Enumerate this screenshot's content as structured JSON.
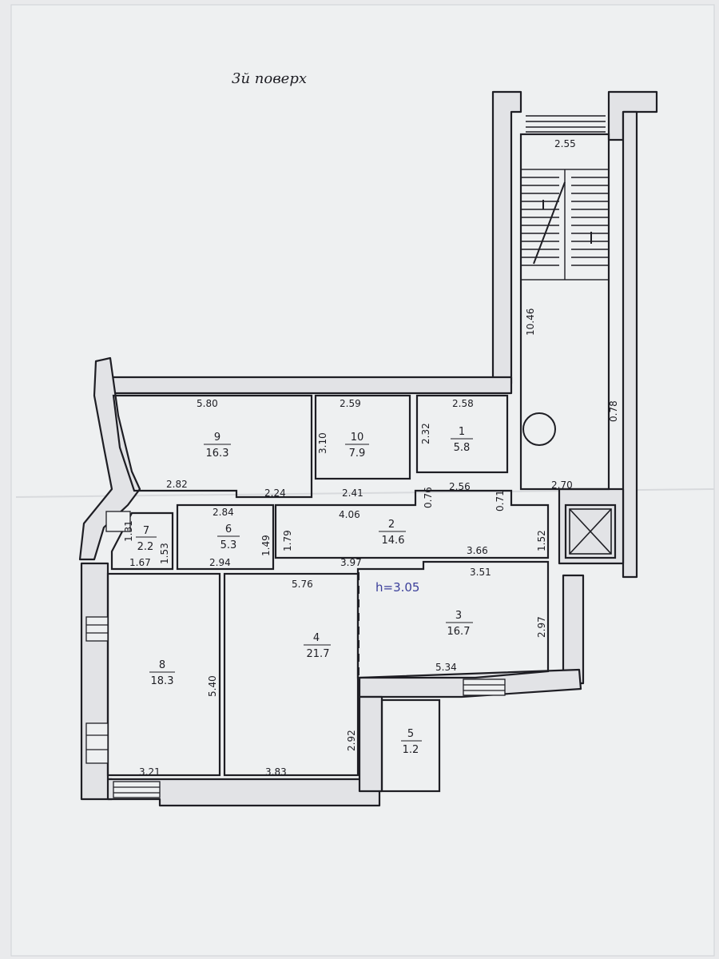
{
  "plan": {
    "title": "3й поверх",
    "ceiling_height_note": "h=3.05",
    "rooms": [
      {
        "id": "room-1",
        "number": "1",
        "area": "5.8"
      },
      {
        "id": "room-2",
        "number": "2",
        "area": "14.6"
      },
      {
        "id": "room-3",
        "number": "3",
        "area": "16.7"
      },
      {
        "id": "room-4",
        "number": "4",
        "area": "21.7"
      },
      {
        "id": "room-5",
        "number": "5",
        "area": "1.2"
      },
      {
        "id": "room-6",
        "number": "6",
        "area": "5.3"
      },
      {
        "id": "room-7",
        "number": "7",
        "area": "2.2"
      },
      {
        "id": "room-8",
        "number": "8",
        "area": "18.3"
      },
      {
        "id": "room-9",
        "number": "9",
        "area": "16.3"
      },
      {
        "id": "room-10",
        "number": "10",
        "area": "7.9"
      }
    ],
    "dimensions": [
      "2.55",
      "10.46",
      "2.70",
      "5.80",
      "2.59",
      "2.58",
      "3.10",
      "2.32",
      "2.82",
      "2.24",
      "2.41",
      "2.56",
      "0.76",
      "0.71",
      "2.84",
      "4.06",
      "1.31",
      "1.53",
      "1.49",
      "1.79",
      "1.52",
      "1.67",
      "2.94",
      "3.97",
      "3.66",
      "3.51",
      "5.76",
      "2.97",
      "5.40",
      "5.34",
      "2.92",
      "3.21",
      "3.83",
      "0.78"
    ]
  },
  "colors": {
    "paper": "#eef0f1",
    "ink": "#1e1e24",
    "pen": "#3b3f9a",
    "fill": "#e2e3e6"
  }
}
